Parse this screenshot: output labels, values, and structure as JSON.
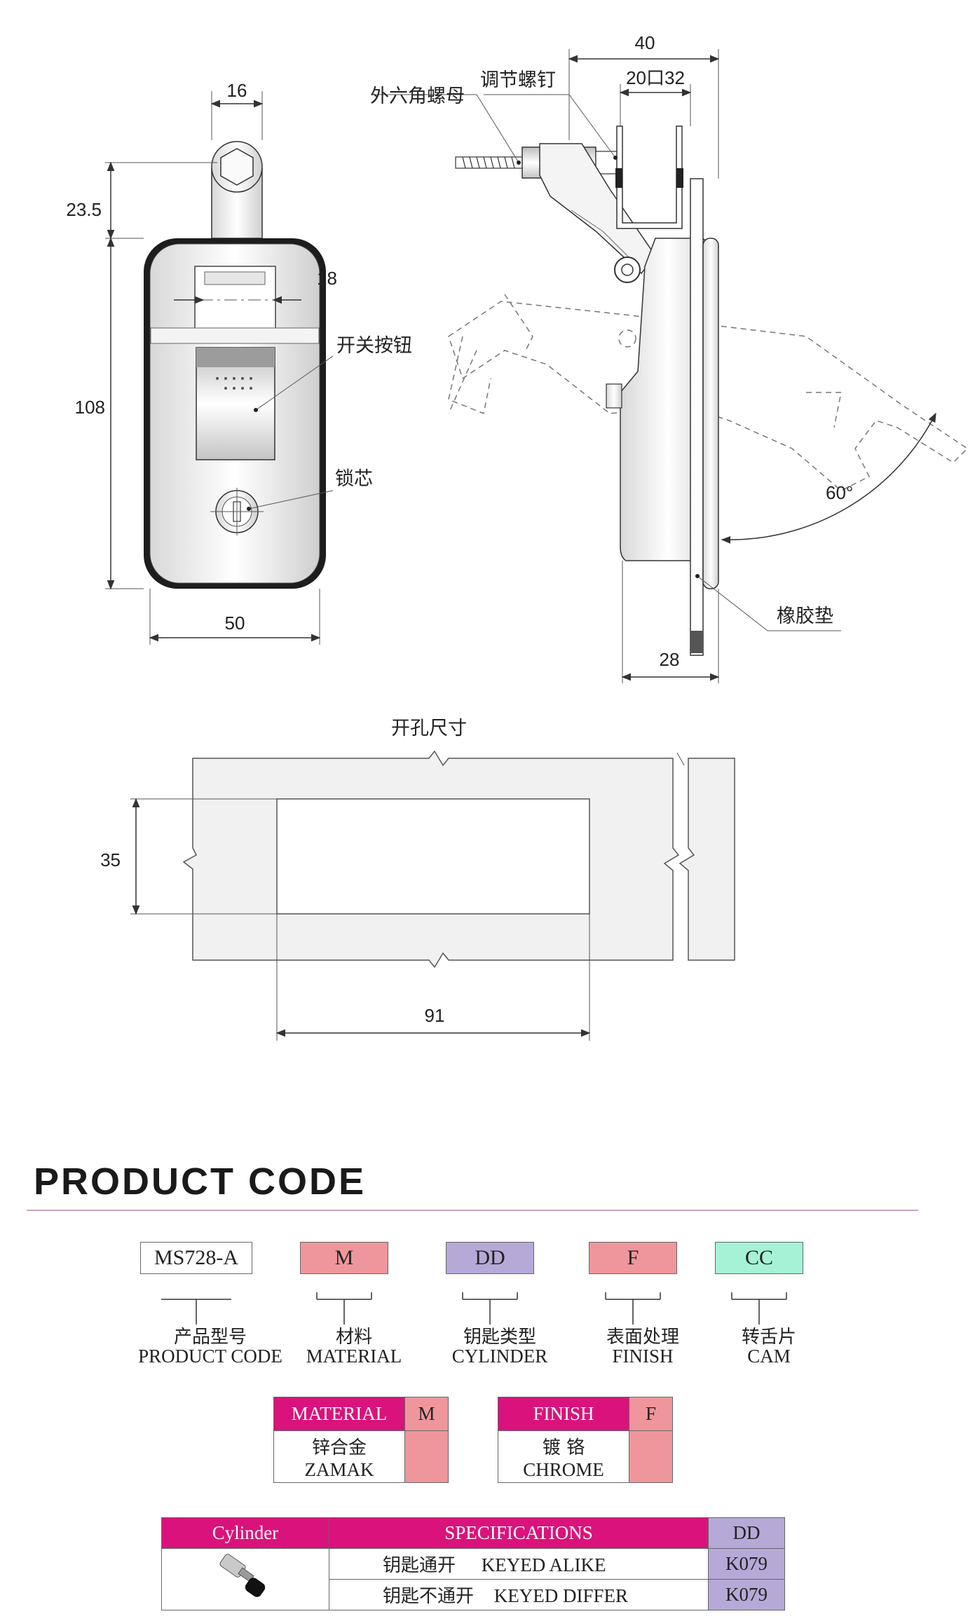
{
  "drawing": {
    "front_view": {
      "dims": {
        "top_width": "16",
        "top_height": "23.5",
        "inner_width": "18",
        "height": "108",
        "width": "50"
      },
      "labels": {
        "switch_button": "开关按钮",
        "lock_core": "锁芯"
      }
    },
    "side_view": {
      "dims": {
        "overall": "40",
        "range": "20口32",
        "depth": "28",
        "angle": "60°"
      },
      "labels": {
        "hex_nut": "外六角螺母",
        "adjust_screw": "调节螺钉",
        "rubber_pad": "橡胶垫"
      }
    },
    "cutout": {
      "title": "开孔尺寸",
      "dims": {
        "height": "35",
        "width": "91"
      }
    }
  },
  "product_code": {
    "title": "PRODUCT  CODE",
    "codes": [
      {
        "value": "MS728-A",
        "color": "#ffffff",
        "cn": "产品型号",
        "en": "PRODUCT CODE"
      },
      {
        "value": "M",
        "color": "#ef969c",
        "cn": "材料",
        "en": "MATERIAL"
      },
      {
        "value": "DD",
        "color": "#b6a9d7",
        "cn": "钥匙类型",
        "en": "CYLINDER"
      },
      {
        "value": "F",
        "color": "#ef969c",
        "cn": "表面处理",
        "en": "FINISH"
      },
      {
        "value": "CC",
        "color": "#a6f2d6",
        "cn": "转舌片",
        "en": "CAM"
      }
    ],
    "material_table": {
      "header": "MATERIAL",
      "code": "M",
      "cn": "锌合金",
      "en": "ZAMAK"
    },
    "finish_table": {
      "header": "FINISH",
      "code": "F",
      "cn": "镀  铬",
      "en": "CHROME"
    },
    "cylinder_table": {
      "headers": [
        "Cylinder",
        "SPECIFICATIONS",
        "DD"
      ],
      "rows": [
        {
          "cn": "钥匙通开",
          "en": "KEYED ALIKE",
          "code": "K079"
        },
        {
          "cn": "钥匙不通开",
          "en": "KEYED DIFFER",
          "code": "K079"
        }
      ]
    }
  }
}
